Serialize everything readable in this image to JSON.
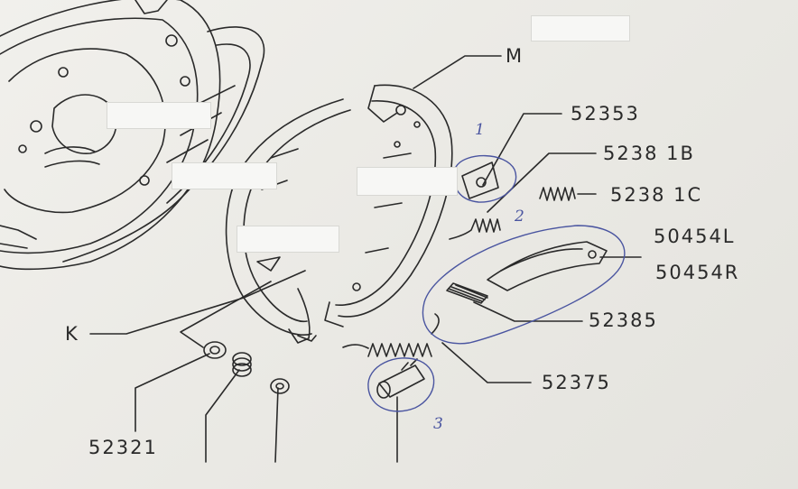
{
  "labels": {
    "m": "M",
    "k": "K",
    "p52353": "52353",
    "p52381b": "5238 1B",
    "p52381c": "5238 1C",
    "p50454l": "50454L",
    "p50454r": "50454R",
    "p52385": "52385",
    "p52375": "52375",
    "p52321": "52321"
  },
  "annotations": {
    "mark1": "1",
    "mark2": "2",
    "mark3": "3"
  },
  "colors": {
    "ink": "#2a2a2a",
    "pen": "#4a55a0",
    "paper": "#ecebe7"
  }
}
